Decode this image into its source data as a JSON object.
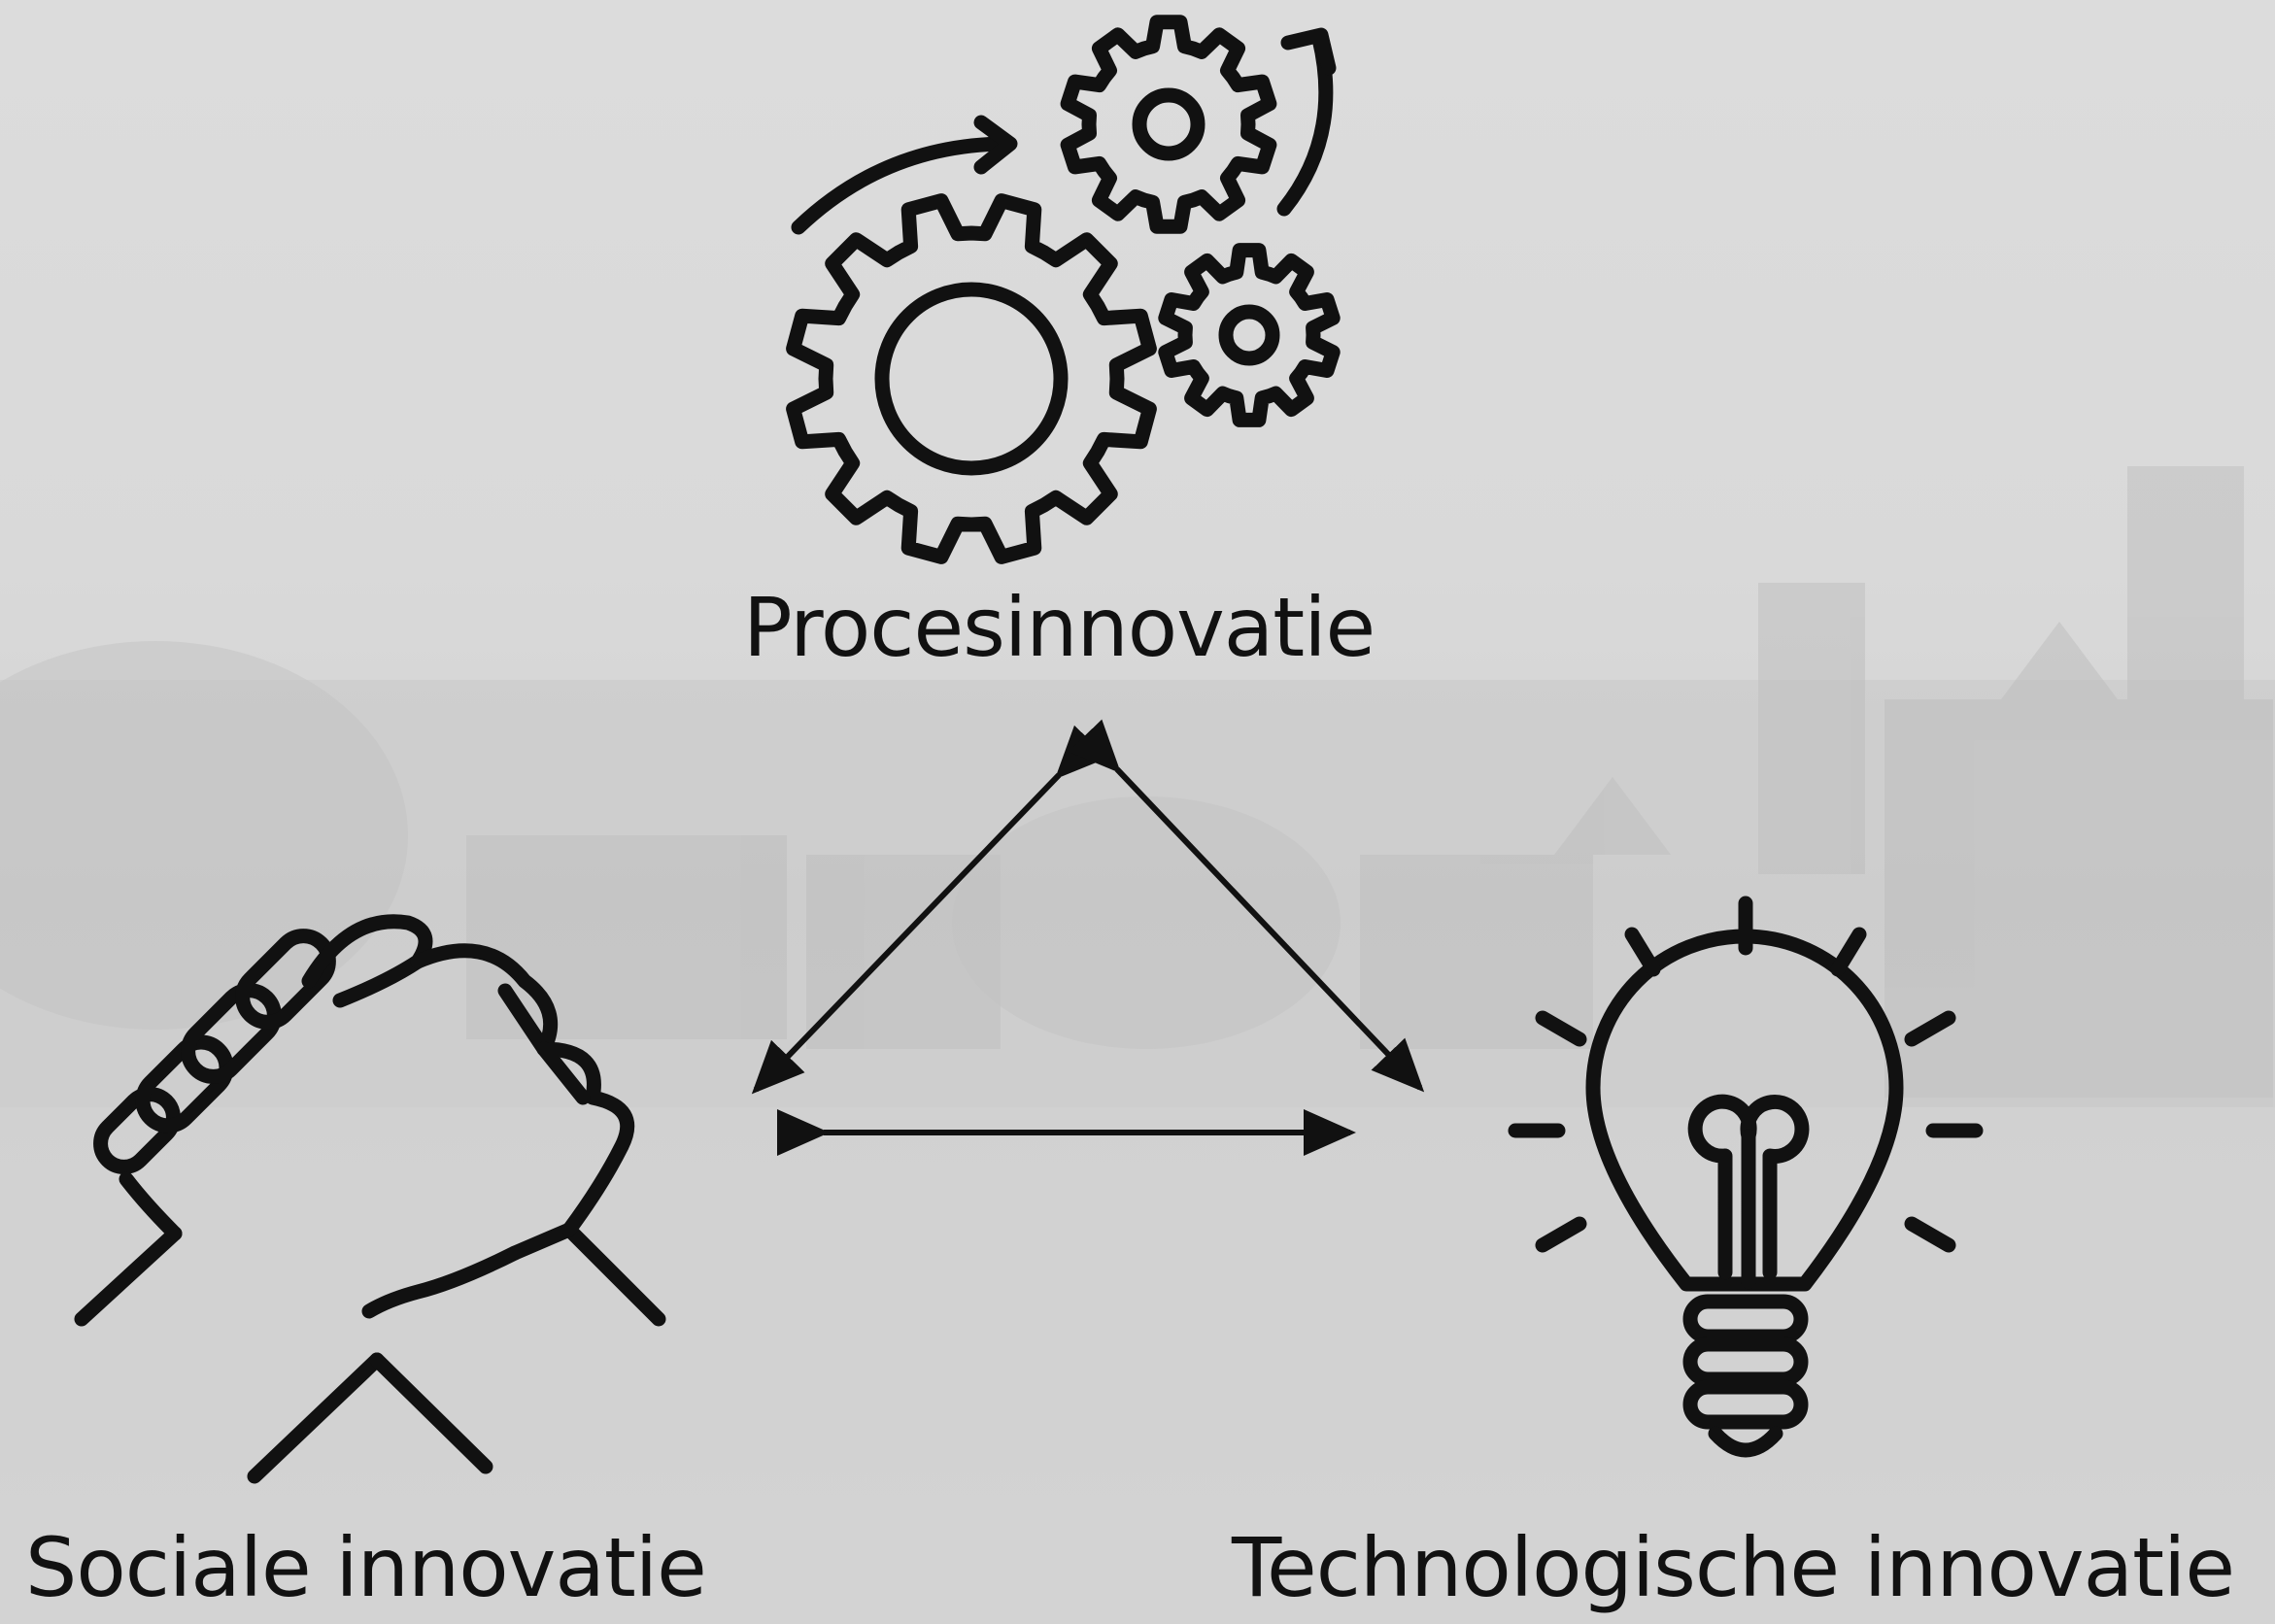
{
  "nodes": {
    "top": {
      "label": "Procesinnovatie",
      "icon": "gears-icon"
    },
    "left": {
      "label": "Sociale innovatie",
      "icon": "handshake-icon"
    },
    "right": {
      "label": "Technologische innovatie",
      "icon": "lightbulb-icon"
    }
  },
  "colors": {
    "ink": "#111111",
    "background": "#d8d8d8"
  }
}
